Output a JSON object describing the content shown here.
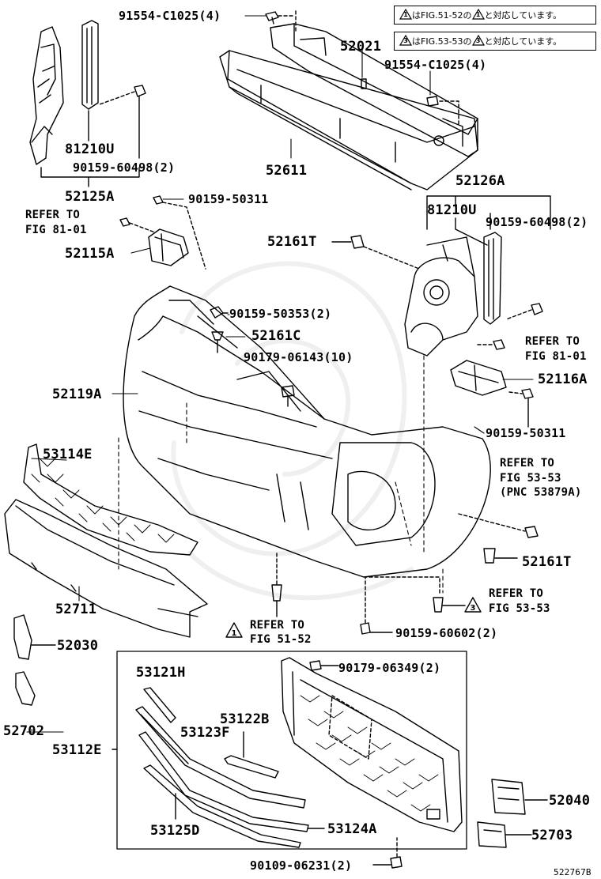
{
  "notes": [
    {
      "mark": "1",
      "text_a": "はFIG.51-52の",
      "text_b": "と対応しています。"
    },
    {
      "mark": "3",
      "text_a": "はFIG.53-53の",
      "text_b": "と対応しています。"
    }
  ],
  "labels": {
    "p91554_c1025_top": "91554-C1025(4)",
    "p52021": "52021",
    "p91554_c1025_right": "91554-C1025(4)",
    "p81210u_left": "81210U",
    "p90159_60498_left": "90159-60498(2)",
    "p52125a": "52125A",
    "p52611": "52611",
    "p52126a": "52126A",
    "p81210u_right": "81210U",
    "p90159_60498_right": "90159-60498(2)",
    "p90159_50311_top": "90159-50311",
    "refer_81_01_left_a": "REFER TO",
    "refer_81_01_left_b": "FIG 81-01",
    "p52115a": "52115A",
    "p52161t_top": "52161T",
    "p90159_50353": "90159-50353(2)",
    "p52161c": "52161C",
    "p90179_06143": "90179-06143(10)",
    "refer_81_01_right_a": "REFER TO",
    "refer_81_01_right_b": "FIG 81-01",
    "p52116a": "52116A",
    "p52119a": "52119A",
    "p90159_50311_right": "90159-50311",
    "p53114e": "53114E",
    "refer_53_53_a": "REFER TO",
    "refer_53_53_b": "FIG 53-53",
    "refer_53_53_c": "(PNC 53879A)",
    "p52161t_right": "52161T",
    "p52711": "52711",
    "refer_51_52_a": "REFER TO",
    "refer_51_52_b": "FIG 51-52",
    "refer_53_53_2_a": "REFER TO",
    "refer_53_53_2_b": "FIG 53-53",
    "p90159_60602": "90159-60602(2)",
    "p52030": "52030",
    "p52702": "52702",
    "p53121h": "53121H",
    "p90179_06349": "90179-06349(2)",
    "p53122b": "53122B",
    "p53123f": "53123F",
    "p53112e": "53112E",
    "p53125d": "53125D",
    "p53124a": "53124A",
    "p52040": "52040",
    "p52703": "52703",
    "p90109_06231": "90109-06231(2)",
    "diagram_id": "522767B"
  },
  "callouts": {
    "c1": "1",
    "c3": "3"
  }
}
